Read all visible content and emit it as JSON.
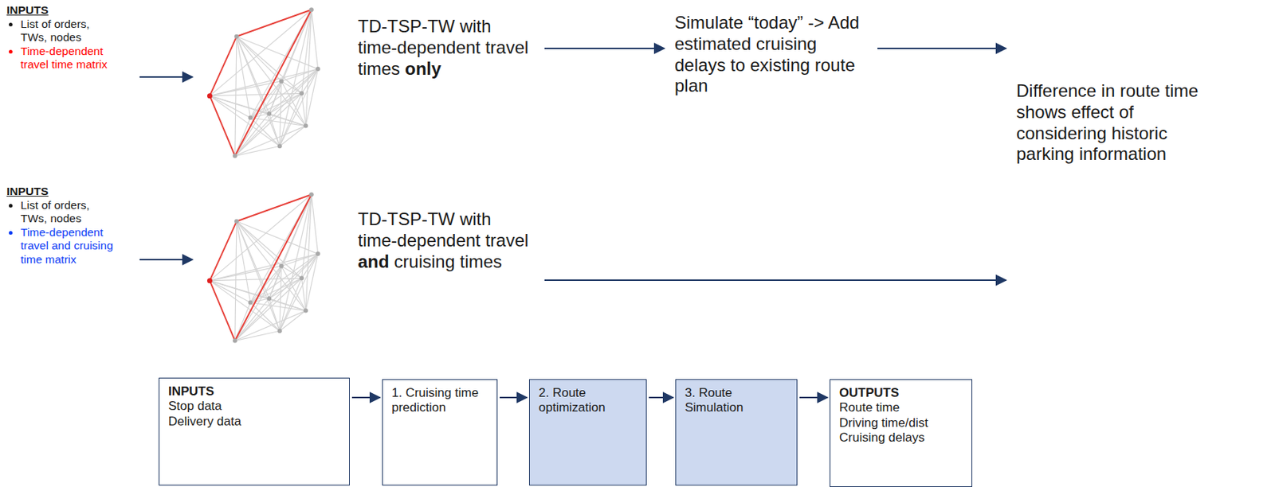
{
  "diagram": {
    "nodes": [
      {
        "text": [
          "INPUTS",
          "List of orders, TWs, nodes",
          "Time-dependent travel time matrix"
        ]
      },
      {
        "text": [
          "TD-TSP-TW with time-dependent travel times only"
        ]
      },
      {
        "text": [
          "Simulate “today” -> Add estimated cruising delays to existing route plan"
        ]
      },
      {
        "text": [
          "Difference in route time shows effect of considering historic parking information"
        ]
      },
      {
        "text": [
          "INPUTS",
          "List of orders, TWs, nodes",
          "Time-dependent travel and cruising time matrix"
        ]
      },
      {
        "text": [
          "TD-TSP-TW with time-dependent travel and cruising times"
        ]
      },
      {
        "text": [
          "INPUTS",
          "Stop data",
          "Delivery data"
        ]
      },
      {
        "text": [
          "1. Cruising time prediction"
        ]
      },
      {
        "text": [
          "2. Route optimization"
        ]
      },
      {
        "text": [
          "3. Route Simulation"
        ]
      },
      {
        "text": [
          "OUTPUTS",
          "Route time",
          "Driving time/dist",
          "Cruising delays"
        ]
      }
    ],
    "edges": [
      {
        "from": 1,
        "to": 2,
        "arrow": "to"
      },
      {
        "from": 2,
        "to": 3,
        "arrow": "to"
      },
      {
        "from": 5,
        "to": 3,
        "arrow": "to"
      },
      {
        "from": 6,
        "to": 7,
        "arrow": "to"
      },
      {
        "from": 7,
        "to": 8,
        "arrow": "to"
      },
      {
        "from": 8,
        "to": 9,
        "arrow": "to"
      },
      {
        "from": 9,
        "to": 10,
        "arrow": "to"
      }
    ]
  }
}
